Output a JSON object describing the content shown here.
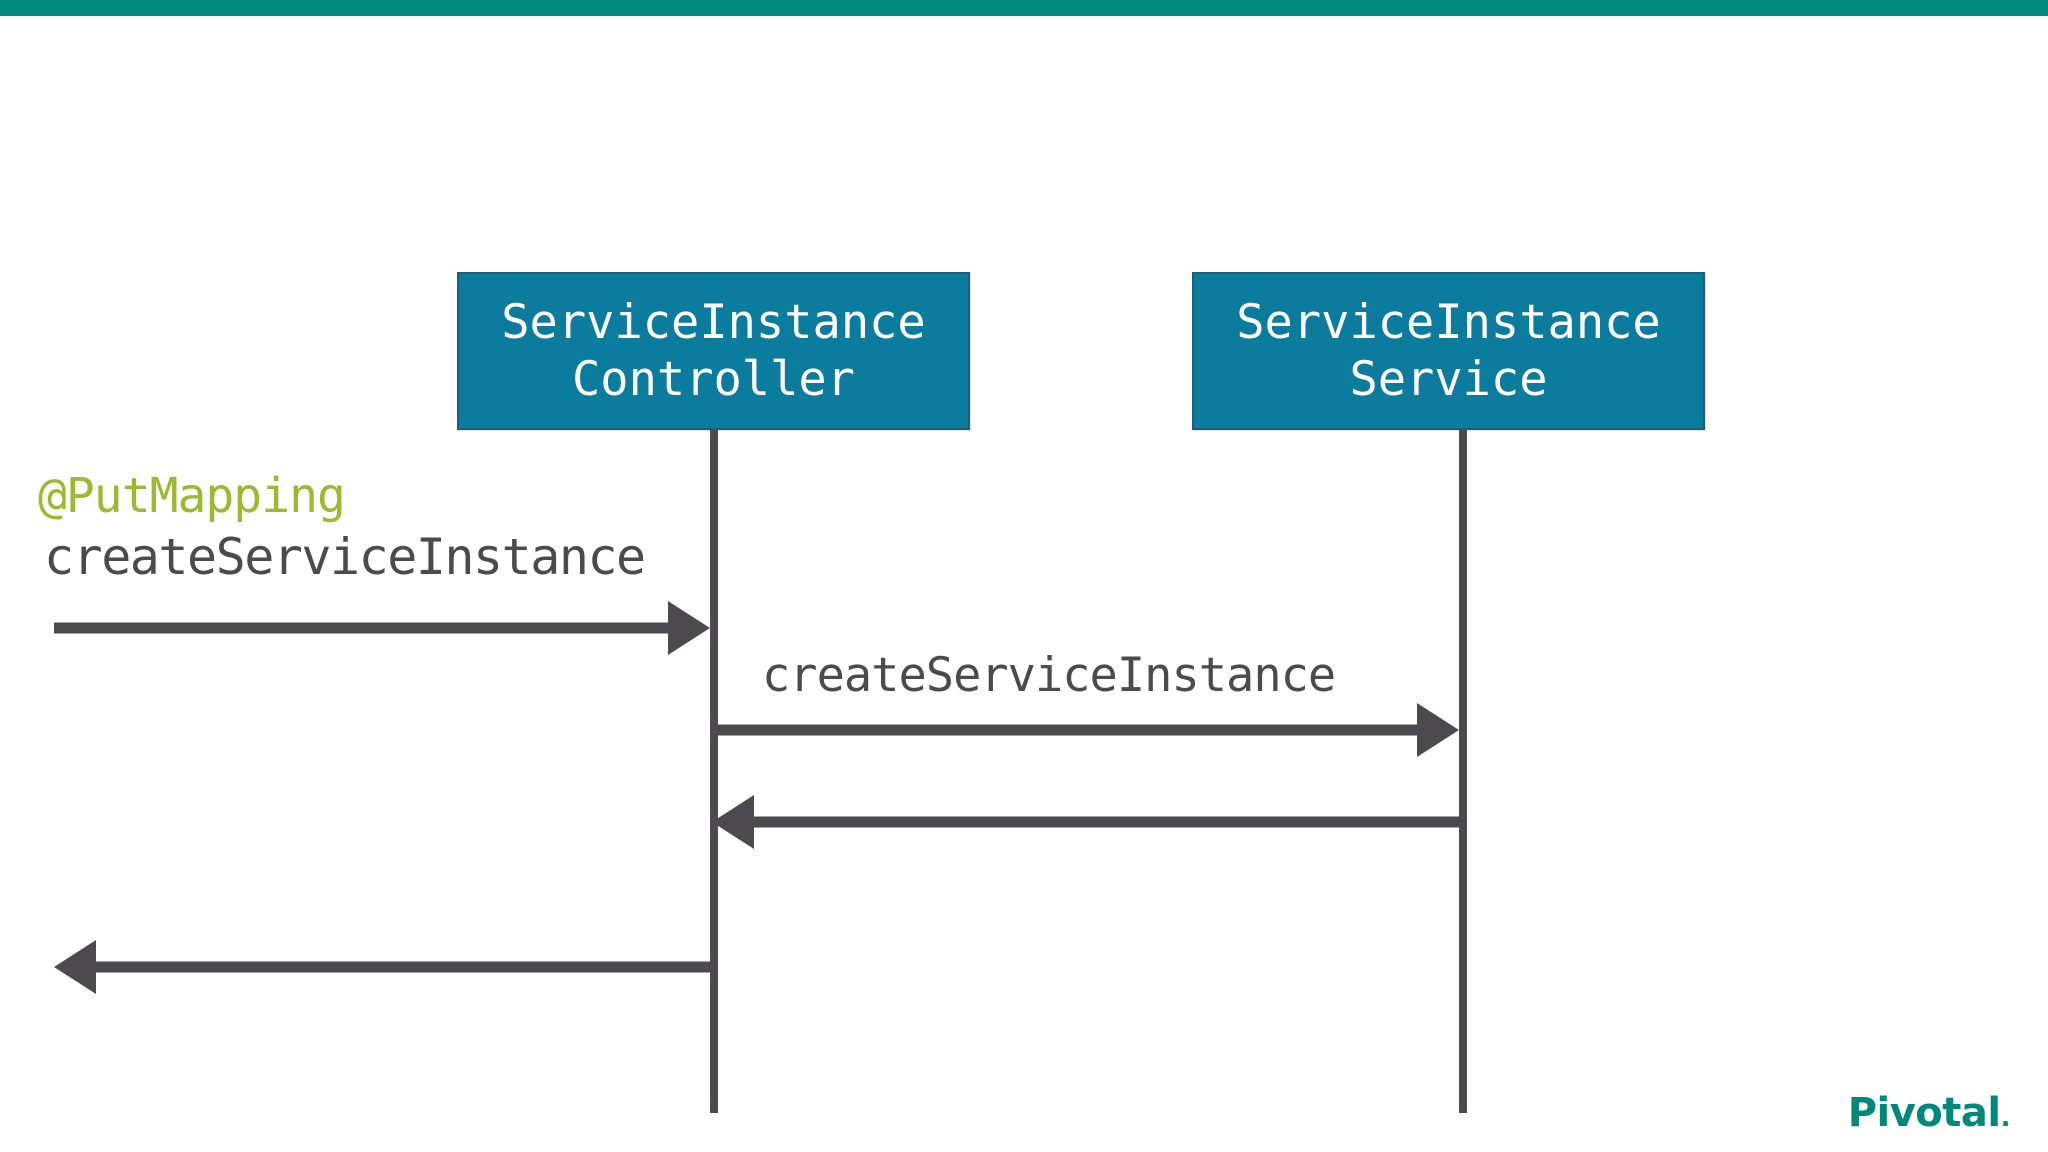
{
  "slide": {
    "background_color": "#ffffff",
    "accent_bar_color": "#008a80",
    "brand": {
      "name": "Pivotal",
      "dot": ".",
      "color": "#00897b"
    }
  },
  "diagram": {
    "type": "sequence-diagram",
    "participants": [
      {
        "id": "controller",
        "line1": "ServiceInstance",
        "line2": "Controller",
        "fill_color": "#0b7c9e",
        "border_color": "#1d5f79",
        "text_color": "#ffffff"
      },
      {
        "id": "service",
        "line1": "ServiceInstance",
        "line2": "Service",
        "fill_color": "#0b7c9e",
        "border_color": "#1d5f79",
        "text_color": "#ffffff"
      }
    ],
    "messages": [
      {
        "id": "inbound-request",
        "annotation": "@PutMapping",
        "annotation_color": "#9cba2f",
        "label": "createServiceInstance",
        "from": "actor",
        "to": "controller",
        "direction": "right"
      },
      {
        "id": "controller-to-service",
        "annotation": "",
        "label": "createServiceInstance",
        "from": "controller",
        "to": "service",
        "direction": "right"
      },
      {
        "id": "service-to-controller-return",
        "annotation": "",
        "label": "",
        "from": "service",
        "to": "controller",
        "direction": "left"
      },
      {
        "id": "controller-to-actor-return",
        "annotation": "",
        "label": "",
        "from": "controller",
        "to": "actor",
        "direction": "left"
      }
    ],
    "arrow_color": "#4c4a4f",
    "lifeline_color": "#4c4a4f"
  }
}
